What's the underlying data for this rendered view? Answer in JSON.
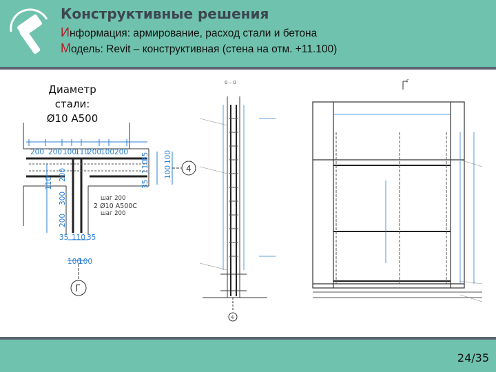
{
  "header": {
    "title": "Конструктивные решения",
    "line1_first": "И",
    "line1_rest": "нформация: армирование, расход стали и бетона",
    "line2_first": "М",
    "line2_rest": "одель: Revit – конструктивная (стена на отм. +11.100)"
  },
  "diameter_note": {
    "line1": "Диаметр",
    "line2": "стали:",
    "line3": "Ø10 А500"
  },
  "footer": {
    "page": "24/35"
  },
  "plan_detail": {
    "top_dims": [
      "200",
      "200",
      "100",
      "110",
      "200",
      "100",
      "200"
    ],
    "right_dims": [
      "35",
      "110",
      "35"
    ],
    "right_dims2": [
      "100",
      "100"
    ],
    "left_dims": [
      "110",
      "200",
      "300",
      "200"
    ],
    "bottom_dims": [
      "35",
      "110",
      "35"
    ],
    "bottom_dims2": [
      "100",
      "100"
    ],
    "axis_right": "4",
    "axis_bottom": "Г",
    "note_step1": "шаг 200",
    "note_bar": "2 Ø10 А500С",
    "note_step2": "шаг 200"
  },
  "section_detail": {
    "label": "0 – 0",
    "axis": "4"
  },
  "elevation_detail": {
    "label": "Г"
  },
  "colors": {
    "header_bg": "#6fc2ad",
    "rule": "#5a6470",
    "accent_red": "#b0202a",
    "dim_blue": "#2a7fd4"
  }
}
